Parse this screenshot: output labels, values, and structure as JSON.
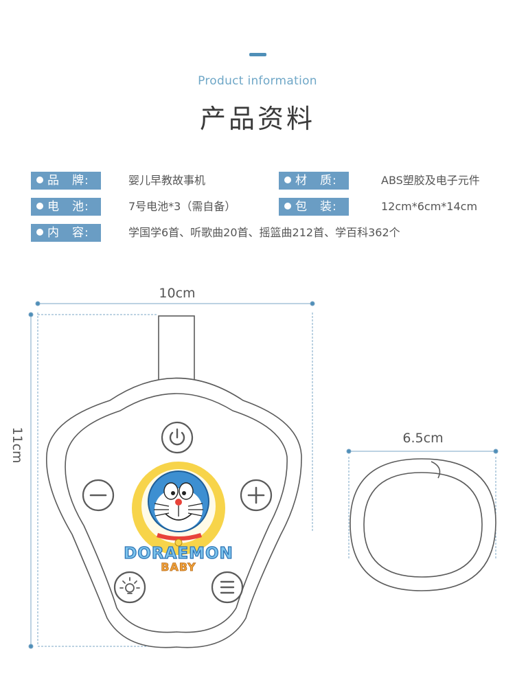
{
  "header": {
    "subtitle": "Product information",
    "title": "产品资料"
  },
  "specs": [
    {
      "label": "品　牌:",
      "value": "婴儿早教故事机"
    },
    {
      "label": "材　质:",
      "value": "ABS塑胶及电子元件"
    },
    {
      "label": "电　池:",
      "value": "7号电池*3（需自备）"
    },
    {
      "label": "包　装:",
      "value": "12cm*6cm*14cm"
    },
    {
      "label": "内　容:",
      "value": "学国学6首、听歌曲20首、摇篮曲212首、学百科362个"
    }
  ],
  "dimensions": {
    "width": "10cm",
    "height": "11cm",
    "ring_diameter": "6.5cm"
  },
  "logo": {
    "line1": "DORAEMON",
    "line2": "BABY"
  },
  "colors": {
    "accent": "#4f8fb8",
    "label_bg": "#6a9dc4",
    "dimension_line": "#7aa6c6",
    "outline": "#5a5a5a"
  }
}
